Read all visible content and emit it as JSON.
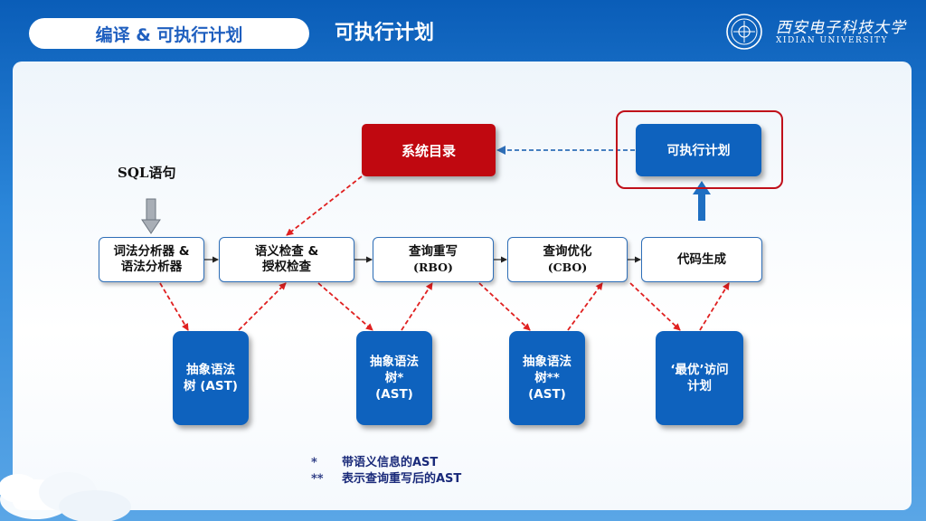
{
  "header": {
    "section_title": "编译 & 可执行计划",
    "page_title": "可执行计划"
  },
  "logo": {
    "name_cn": "西安电子科技大学",
    "name_en": "XIDIAN UNIVERSITY"
  },
  "diagram": {
    "input_label": "SQL语句",
    "catalog": "系统目录",
    "plan": "可执行计划",
    "steps": [
      {
        "line1": "词法分析器 &",
        "line2": "语法分析器"
      },
      {
        "line1": "语义检查 &",
        "line2": "授权检查"
      },
      {
        "line1": "查询重写",
        "line2": "(RBO)"
      },
      {
        "line1": "查询优化",
        "line2": "(CBO)"
      },
      {
        "line1": "代码生成",
        "line2": ""
      }
    ],
    "outputs": [
      {
        "line1": "抽象语法",
        "line2": "树 (AST)",
        "line3": ""
      },
      {
        "line1": "抽象语法",
        "line2": "树*",
        "line3": "(AST)"
      },
      {
        "line1": "抽象语法",
        "line2": "树**",
        "line3": "(AST)"
      },
      {
        "line1": "‘最优’访问",
        "line2": "计划",
        "line3": ""
      }
    ]
  },
  "notes": [
    {
      "mark": "*",
      "text": "带语义信息的AST"
    },
    {
      "mark": "**",
      "text": "表示查询重写后的AST"
    }
  ],
  "colors": {
    "primary_blue": "#0e62be",
    "catalog_red": "#c00810",
    "highlight_red": "#c0101a",
    "dashed_link": "#e02020",
    "feedback_arrow": "#2f6fb8"
  }
}
